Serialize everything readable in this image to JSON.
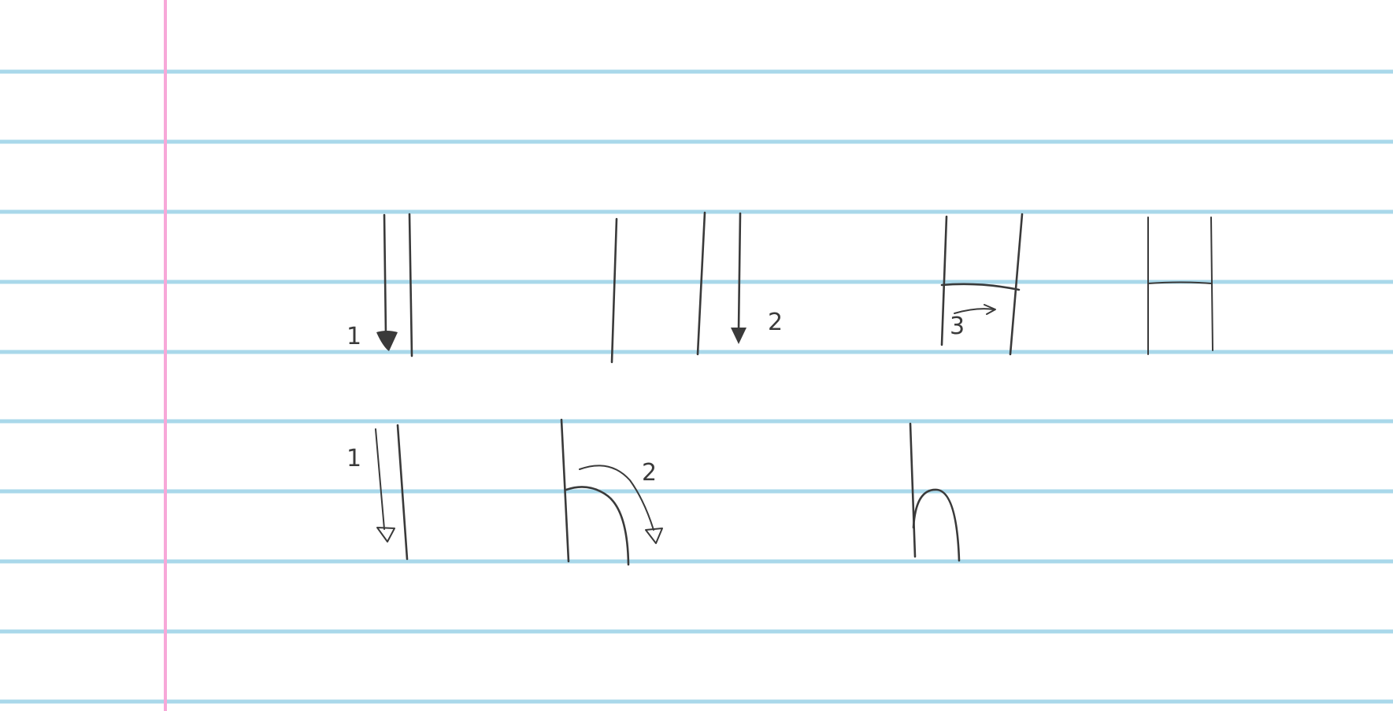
{
  "paper": {
    "background": "#ffffff",
    "rule_color": "#a9d8ea",
    "margin_color": "#f7a8d8",
    "pencil_color": "#3a3a3a"
  },
  "strokes": {
    "h_step1_number": "1",
    "h_step2_number": "2",
    "h_step3_number": "3",
    "small_h_step1_number": "1",
    "small_h_step2_number": "2"
  }
}
